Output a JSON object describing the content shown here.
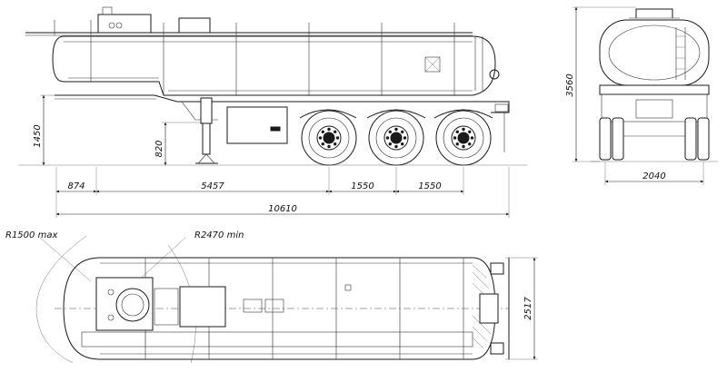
{
  "dimensions": {
    "front_overhang": "874",
    "kingpin_to_axle": "5457",
    "axle_spacing_1": "1550",
    "axle_spacing_2": "1550",
    "total_length": "10610",
    "fifth_wheel_height": "1450",
    "landing_gear_height": "820",
    "total_height": "3560",
    "track_width": "2040",
    "overall_width": "2517",
    "front_swing_radius": "R1500 max",
    "turning_radius": "R2470 min"
  },
  "colors": {
    "line": "#1a1a1a",
    "background": "#ffffff"
  }
}
